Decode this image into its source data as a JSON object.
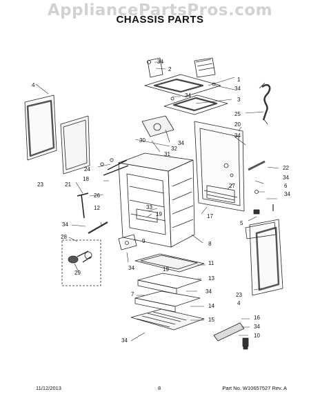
{
  "watermark": "AppliancePartsPros.com",
  "title": "CHASSIS PARTS",
  "callouts": {
    "c1": "1",
    "c2": "2",
    "c3": "3",
    "c4a": "4",
    "c4b": "4",
    "c5": "5",
    "c6": "6",
    "c7": "7",
    "c8": "8",
    "c9": "9",
    "c10": "10",
    "c11": "11",
    "c12": "12",
    "c13": "13",
    "c14": "14",
    "c15": "15",
    "c16": "16",
    "c17": "17",
    "c18": "18",
    "c19a": "19",
    "c19b": "19",
    "c20": "20",
    "c21": "21",
    "c22": "22",
    "c23a": "23",
    "c23b": "23",
    "c24": "24",
    "c25": "25",
    "c26": "26",
    "c27": "27",
    "c28": "28",
    "c29": "29",
    "c30": "30",
    "c31": "31",
    "c32": "32",
    "c33": "33",
    "c34a": "34",
    "c34b": "34",
    "c34c": "34",
    "c34d": "34",
    "c34e": "34",
    "c34f": "34",
    "c34g": "34",
    "c34h": "34",
    "c34i": "34",
    "c34j": "34",
    "c34k": "34"
  },
  "footer": {
    "date": "11/12/2013",
    "page": "8",
    "part": "Part No. W10657527  Rev. A"
  }
}
